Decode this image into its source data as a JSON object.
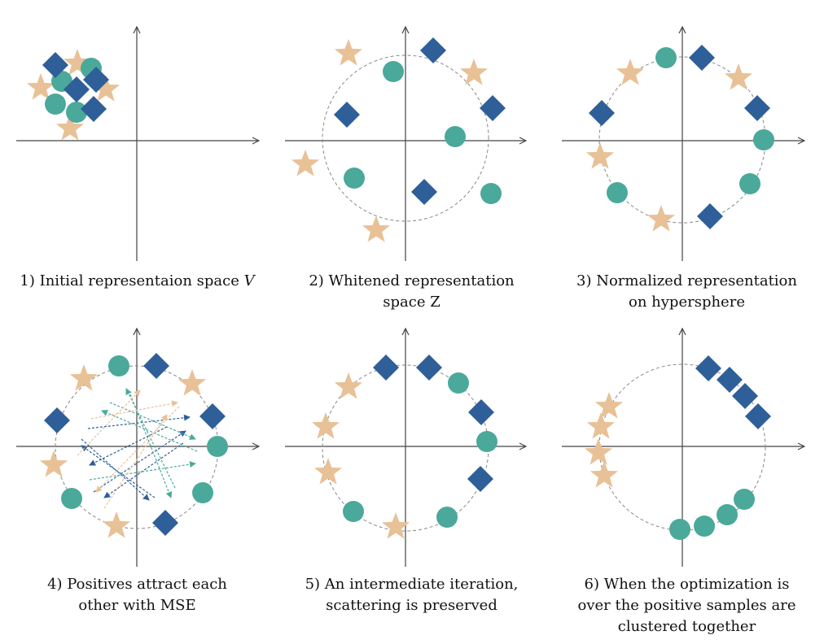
{
  "colors": {
    "diamond": "#2f5f98",
    "circle": "#4aa99a",
    "star": "#e8c197",
    "axis": "#444444",
    "ring": "#888888"
  },
  "shape_kinds": [
    "diamond-icon",
    "circle-icon",
    "star-icon"
  ],
  "panels": [
    {
      "caption_lines": [
        "1) Initial representaion space "
      ],
      "caption_var": "V"
    },
    {
      "caption_lines": [
        "2)  Whitened representation",
        "space Z"
      ]
    },
    {
      "caption_lines": [
        "3)  Normalized representation",
        "on hypersphere"
      ]
    },
    {
      "caption_lines": [
        "4)  Positives attract each",
        "other with MSE"
      ]
    },
    {
      "caption_lines": [
        "5)  An intermediate iteration,",
        "scattering is preserved"
      ]
    },
    {
      "caption_lines": [
        "6) When the optimization is",
        "over the positive samples are",
        "clustered together"
      ]
    }
  ]
}
